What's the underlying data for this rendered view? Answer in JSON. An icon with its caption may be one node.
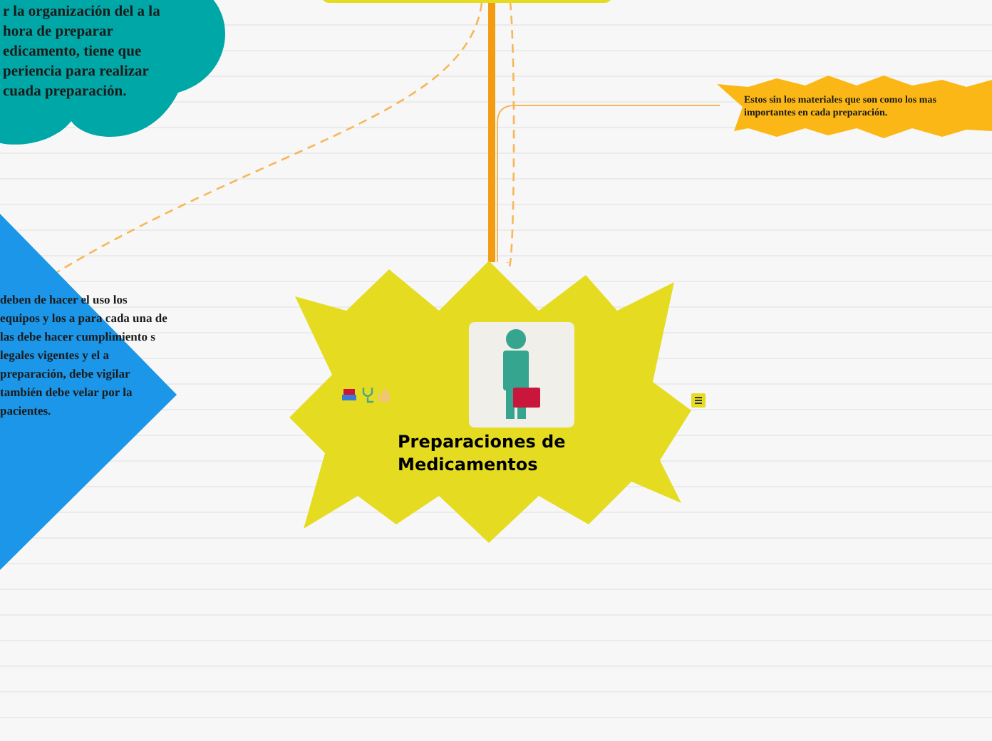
{
  "diagram": {
    "nodes": [
      {
        "text": [],
        "shape": "box"
      },
      {
        "text": [
          "r la organización del a la hora de preparar edicamento, tiene que periencia para realizar cuada preparación."
        ]
      },
      {
        "text": [
          "Estos sin los materiales que son como los mas importantes en cada preparación."
        ]
      },
      {
        "text": [
          "deben de hacer el uso los equipos y los a para cada una de las debe hacer cumplimiento s legales vigentes  y el a preparación, debe vigilar también debe velar por la pacientes."
        ]
      },
      {
        "text": [
          "Preparaciones de Medicamentos"
        ]
      }
    ],
    "edges": [
      {
        "from": 0,
        "to": 4,
        "arrow": "none",
        "style": "thick"
      },
      {
        "from": 4,
        "to": 2,
        "arrow": "none"
      },
      {
        "from": 4,
        "to": 0,
        "arrow": "none",
        "style": "dashed"
      },
      {
        "from": 0,
        "to": 3,
        "arrow": "none",
        "style": "dashed"
      }
    ]
  }
}
